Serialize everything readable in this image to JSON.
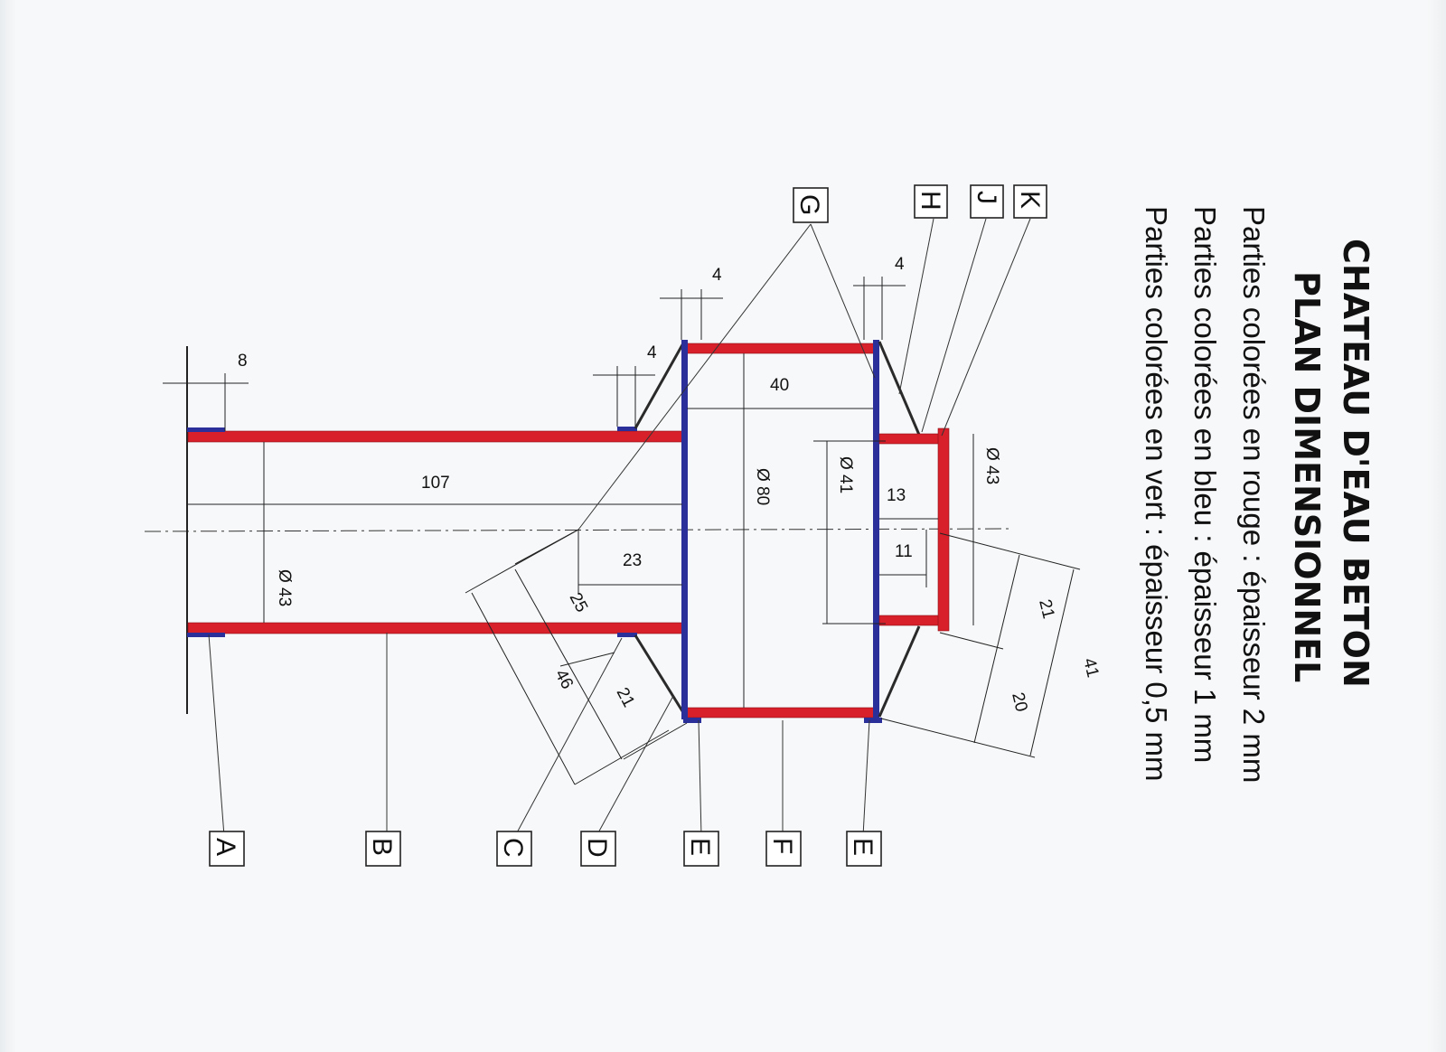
{
  "title": {
    "line1": "CHATEAU D'EAU BETON",
    "line2": "PLAN DIMENSIONNEL"
  },
  "legend": [
    "Parties colorées en rouge : épaisseur 2 mm",
    "Parties colorées en bleu : épaisseur 1  mm",
    "Parties colorées en vert : épaisseur 0,5 mm"
  ],
  "colors": {
    "red_parts": "#d8202a",
    "blue_parts": "#2a2f9a",
    "outline": "#2a2a2a"
  },
  "part_labels": {
    "A": "A",
    "B": "B",
    "C": "C",
    "D": "D",
    "E1": "E",
    "F": "F",
    "E2": "E",
    "G": "G",
    "H": "H",
    "J": "J",
    "K": "K"
  },
  "dimensions": {
    "d8": "8",
    "d107": "107",
    "d43_left": "Ø 43",
    "d4_top_left": "4",
    "d4_small": "4",
    "d4_top_right": "4",
    "d40": "40",
    "d80": "Ø 80",
    "d41": "Ø 41",
    "d43_right": "Ø 43",
    "d13": "13",
    "d11": "11",
    "d23": "23",
    "d25": "25",
    "d46": "46",
    "d21_left": "21",
    "d21_right": "21",
    "d20": "20",
    "d41_len": "41"
  }
}
